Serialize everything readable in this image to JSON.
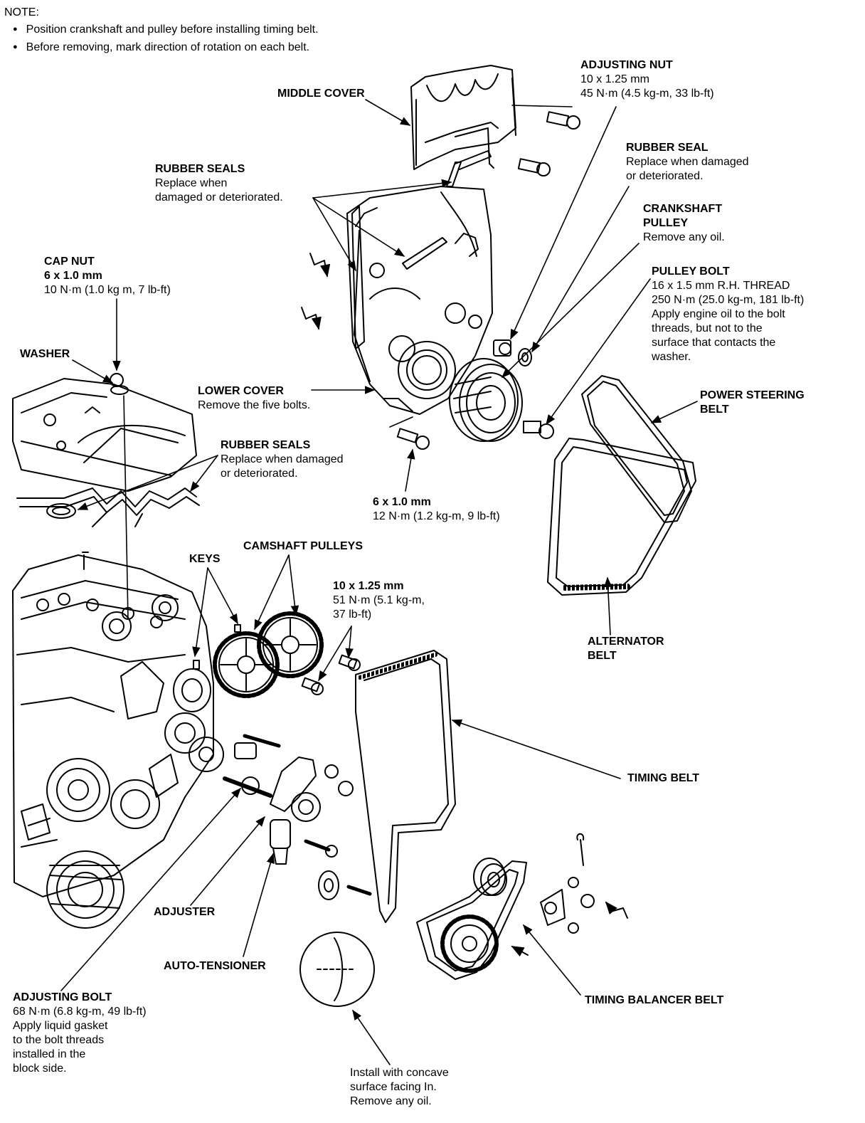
{
  "note": {
    "title": "NOTE:",
    "items": [
      "Position crankshaft and pulley before installing timing belt.",
      "Before removing, mark direction of rotation on each belt."
    ]
  },
  "labels": {
    "middle_cover": "MIDDLE COVER",
    "adjusting_nut": {
      "heading": "ADJUSTING NUT",
      "lines": [
        "10 x 1.25 mm",
        "45 N·m (4.5 kg-m, 33 lb-ft)"
      ]
    },
    "rubber_seals_top": {
      "heading": "RUBBER SEALS",
      "lines": [
        "Replace when",
        "damaged or deteriorated."
      ]
    },
    "rubber_seal_right": {
      "heading": "RUBBER SEAL",
      "lines": [
        "Replace when damaged",
        "or deteriorated."
      ]
    },
    "crankshaft_pulley": {
      "heading": [
        "CRANKSHAFT",
        "PULLEY"
      ],
      "lines": [
        "Remove any oil."
      ]
    },
    "pulley_bolt": {
      "heading": "PULLEY BOLT",
      "lines": [
        "16 x 1.5 mm  R.H.  THREAD",
        "250 N·m (25.0 kg-m, 181 lb-ft)",
        "Apply engine oil to the bolt",
        "threads, but not to the",
        "surface that contacts the",
        "washer."
      ]
    },
    "cap_nut": {
      "heading": [
        "CAP NUT",
        "6 x 1.0 mm"
      ],
      "lines": [
        "10 N·m (1.0 kg m, 7 lb-ft)"
      ]
    },
    "washer": "WASHER",
    "lower_cover": {
      "heading": "LOWER COVER",
      "lines": [
        "Remove the five bolts."
      ]
    },
    "power_steering_belt": [
      "POWER STEERING",
      "BELT"
    ],
    "rubber_seals_mid": {
      "heading": "RUBBER SEALS",
      "lines": [
        "Replace when damaged",
        "or deteriorated."
      ]
    },
    "bolt_6x1": {
      "heading": "6 x 1.0 mm",
      "lines": [
        "12 N·m (1.2 kg-m, 9 lb-ft)"
      ]
    },
    "keys": "KEYS",
    "camshaft_pulleys": "CAMSHAFT PULLEYS",
    "bolt_10x125": {
      "heading": "10 x 1.25 mm",
      "lines": [
        "51 N·m (5.1 kg-m,",
        "37 lb-ft)"
      ]
    },
    "alternator_belt": [
      "ALTERNATOR",
      "BELT"
    ],
    "timing_belt": "TIMING BELT",
    "adjuster": "ADJUSTER",
    "auto_tensioner": "AUTO-TENSIONER",
    "adjusting_bolt": {
      "heading": "ADJUSTING BOLT",
      "lines": [
        "68 N·m (6.8 kg-m, 49 lb-ft)",
        "Apply liquid gasket",
        "to the bolt threads",
        "installed in the",
        "block side."
      ]
    },
    "timing_balancer_belt": "TIMING BALANCER BELT",
    "install_note": [
      "Install with concave",
      "surface facing In.",
      "Remove any oil."
    ]
  }
}
